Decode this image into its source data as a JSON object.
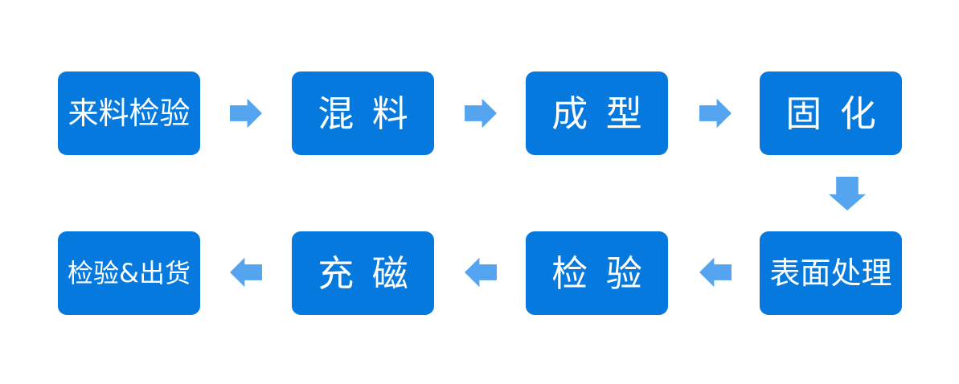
{
  "colors": {
    "background": "#ffffff",
    "box_fill": "#0679de",
    "box_text": "#ffffff",
    "arrow_fill": "#55a4f0"
  },
  "steps": [
    {
      "id": "incoming-inspection",
      "label": "来料检验"
    },
    {
      "id": "mixing",
      "label": "混 料"
    },
    {
      "id": "molding",
      "label": "成 型"
    },
    {
      "id": "curing",
      "label": "固 化"
    },
    {
      "id": "surface-treatment",
      "label": "表面处理"
    },
    {
      "id": "inspection",
      "label": "检 验"
    },
    {
      "id": "magnetizing",
      "label": "充 磁"
    },
    {
      "id": "inspection-shipping",
      "label": "检验&出货"
    }
  ],
  "connectors": [
    {
      "from": "来料检验",
      "to": "混 料",
      "direction": "right"
    },
    {
      "from": "混 料",
      "to": "成 型",
      "direction": "right"
    },
    {
      "from": "成 型",
      "to": "固 化",
      "direction": "right"
    },
    {
      "from": "固 化",
      "to": "表面处理",
      "direction": "down"
    },
    {
      "from": "表面处理",
      "to": "检 验",
      "direction": "left"
    },
    {
      "from": "检 验",
      "to": "充 磁",
      "direction": "left"
    },
    {
      "from": "充 磁",
      "to": "检验&出货",
      "direction": "left"
    }
  ]
}
